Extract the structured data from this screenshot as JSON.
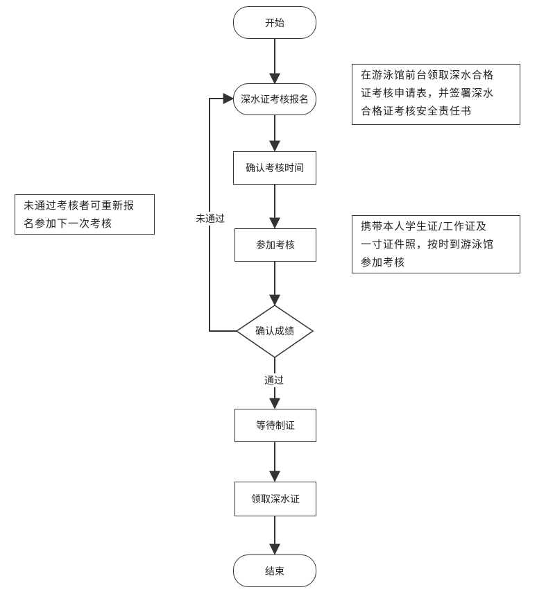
{
  "nodes": {
    "start": "开始",
    "register": "深水证考核报名",
    "confirm_time": "确认考核时间",
    "attend_exam": "参加考核",
    "confirm_result": "确认成绩",
    "wait_certificate": "等待制证",
    "collect_certificate": "领取深水证",
    "end": "结束"
  },
  "edge_labels": {
    "not_passed": "未通过",
    "passed": "通过"
  },
  "notes": {
    "register_note": "在游泳馆前台领取深水合格\n证考核申请表，并签署深水\n合格证考核安全责任书",
    "exam_note": "携带本人学生证/工作证及\n一寸证件照，按时到游泳馆\n参加考核",
    "retry_note": "未通过考核者可重新报\n名参加下一次考核"
  }
}
